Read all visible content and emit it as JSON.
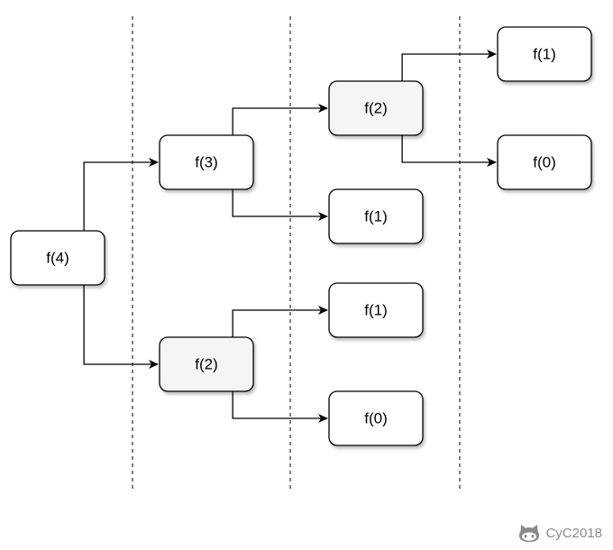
{
  "nodes": [
    {
      "id": "n_f4",
      "label": "f(4)",
      "highlighted": false
    },
    {
      "id": "n_f3",
      "label": "f(3)",
      "highlighted": false
    },
    {
      "id": "n_f2_bottom",
      "label": "f(2)",
      "highlighted": true
    },
    {
      "id": "n_f2_top",
      "label": "f(2)",
      "highlighted": true
    },
    {
      "id": "n_f1_mid",
      "label": "f(1)",
      "highlighted": false
    },
    {
      "id": "n_f1_lower",
      "label": "f(1)",
      "highlighted": false
    },
    {
      "id": "n_f0_lower",
      "label": "f(0)",
      "highlighted": false
    },
    {
      "id": "n_f1_right",
      "label": "f(1)",
      "highlighted": false
    },
    {
      "id": "n_f0_right",
      "label": "f(0)",
      "highlighted": false
    }
  ],
  "edges": [
    {
      "from": "n_f4",
      "to": "n_f3"
    },
    {
      "from": "n_f4",
      "to": "n_f2_bottom"
    },
    {
      "from": "n_f3",
      "to": "n_f2_top"
    },
    {
      "from": "n_f3",
      "to": "n_f1_mid"
    },
    {
      "from": "n_f2_bottom",
      "to": "n_f1_lower"
    },
    {
      "from": "n_f2_bottom",
      "to": "n_f0_lower"
    },
    {
      "from": "n_f2_top",
      "to": "n_f1_right"
    },
    {
      "from": "n_f2_top",
      "to": "n_f0_right"
    }
  ],
  "colors": {
    "node_fill": "#ffffff",
    "highlight_fill": "#f5f5f5",
    "stroke": "#000000",
    "watermark": "#8a8a8a"
  },
  "watermark": {
    "icon": "github-octocat-icon",
    "text": "CyC2018"
  }
}
